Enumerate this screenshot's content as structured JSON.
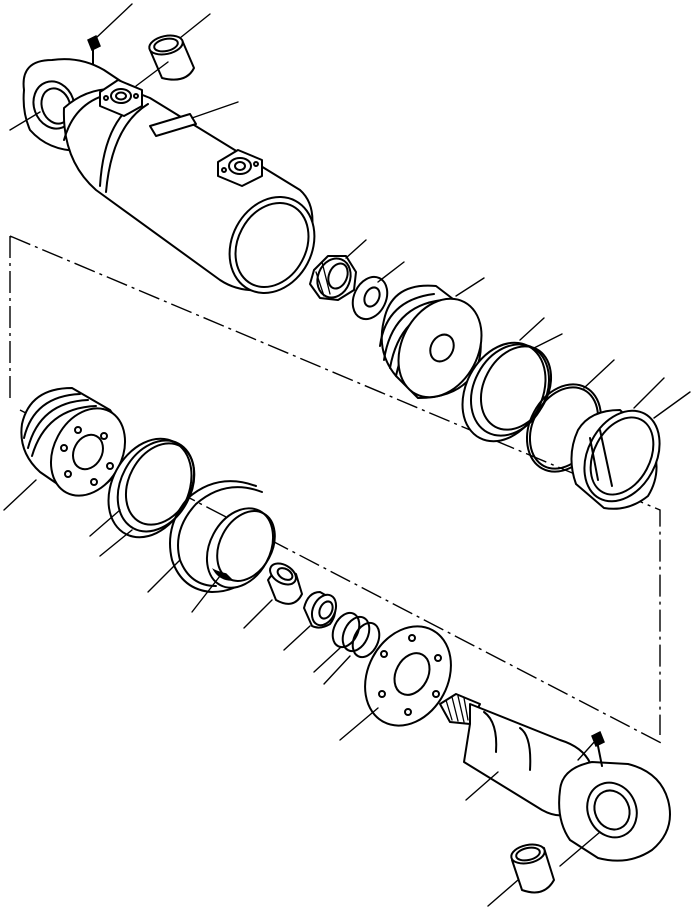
{
  "diagram": {
    "kind": "exploded-parts-view",
    "line_color": "#000000",
    "background": "#ffffff",
    "parts": [
      {
        "name": "grease-fitting-top"
      },
      {
        "name": "bushing-top"
      },
      {
        "name": "cylinder-barrel"
      },
      {
        "name": "port-flange-rear"
      },
      {
        "name": "port-flange-front"
      },
      {
        "name": "nameplate"
      },
      {
        "name": "piston-nut"
      },
      {
        "name": "piston-washer"
      },
      {
        "name": "piston"
      },
      {
        "name": "piston-wear-ring"
      },
      {
        "name": "piston-o-ring"
      },
      {
        "name": "piston-seal"
      },
      {
        "name": "rod-gland"
      },
      {
        "name": "gland-backup-ring"
      },
      {
        "name": "snap-ring"
      },
      {
        "name": "gland-seal"
      },
      {
        "name": "rod-bushing"
      },
      {
        "name": "rod-seal"
      },
      {
        "name": "wiper-rings"
      },
      {
        "name": "gland-flange"
      },
      {
        "name": "piston-rod"
      },
      {
        "name": "grease-fitting-rod"
      },
      {
        "name": "bushing-rod"
      }
    ]
  }
}
